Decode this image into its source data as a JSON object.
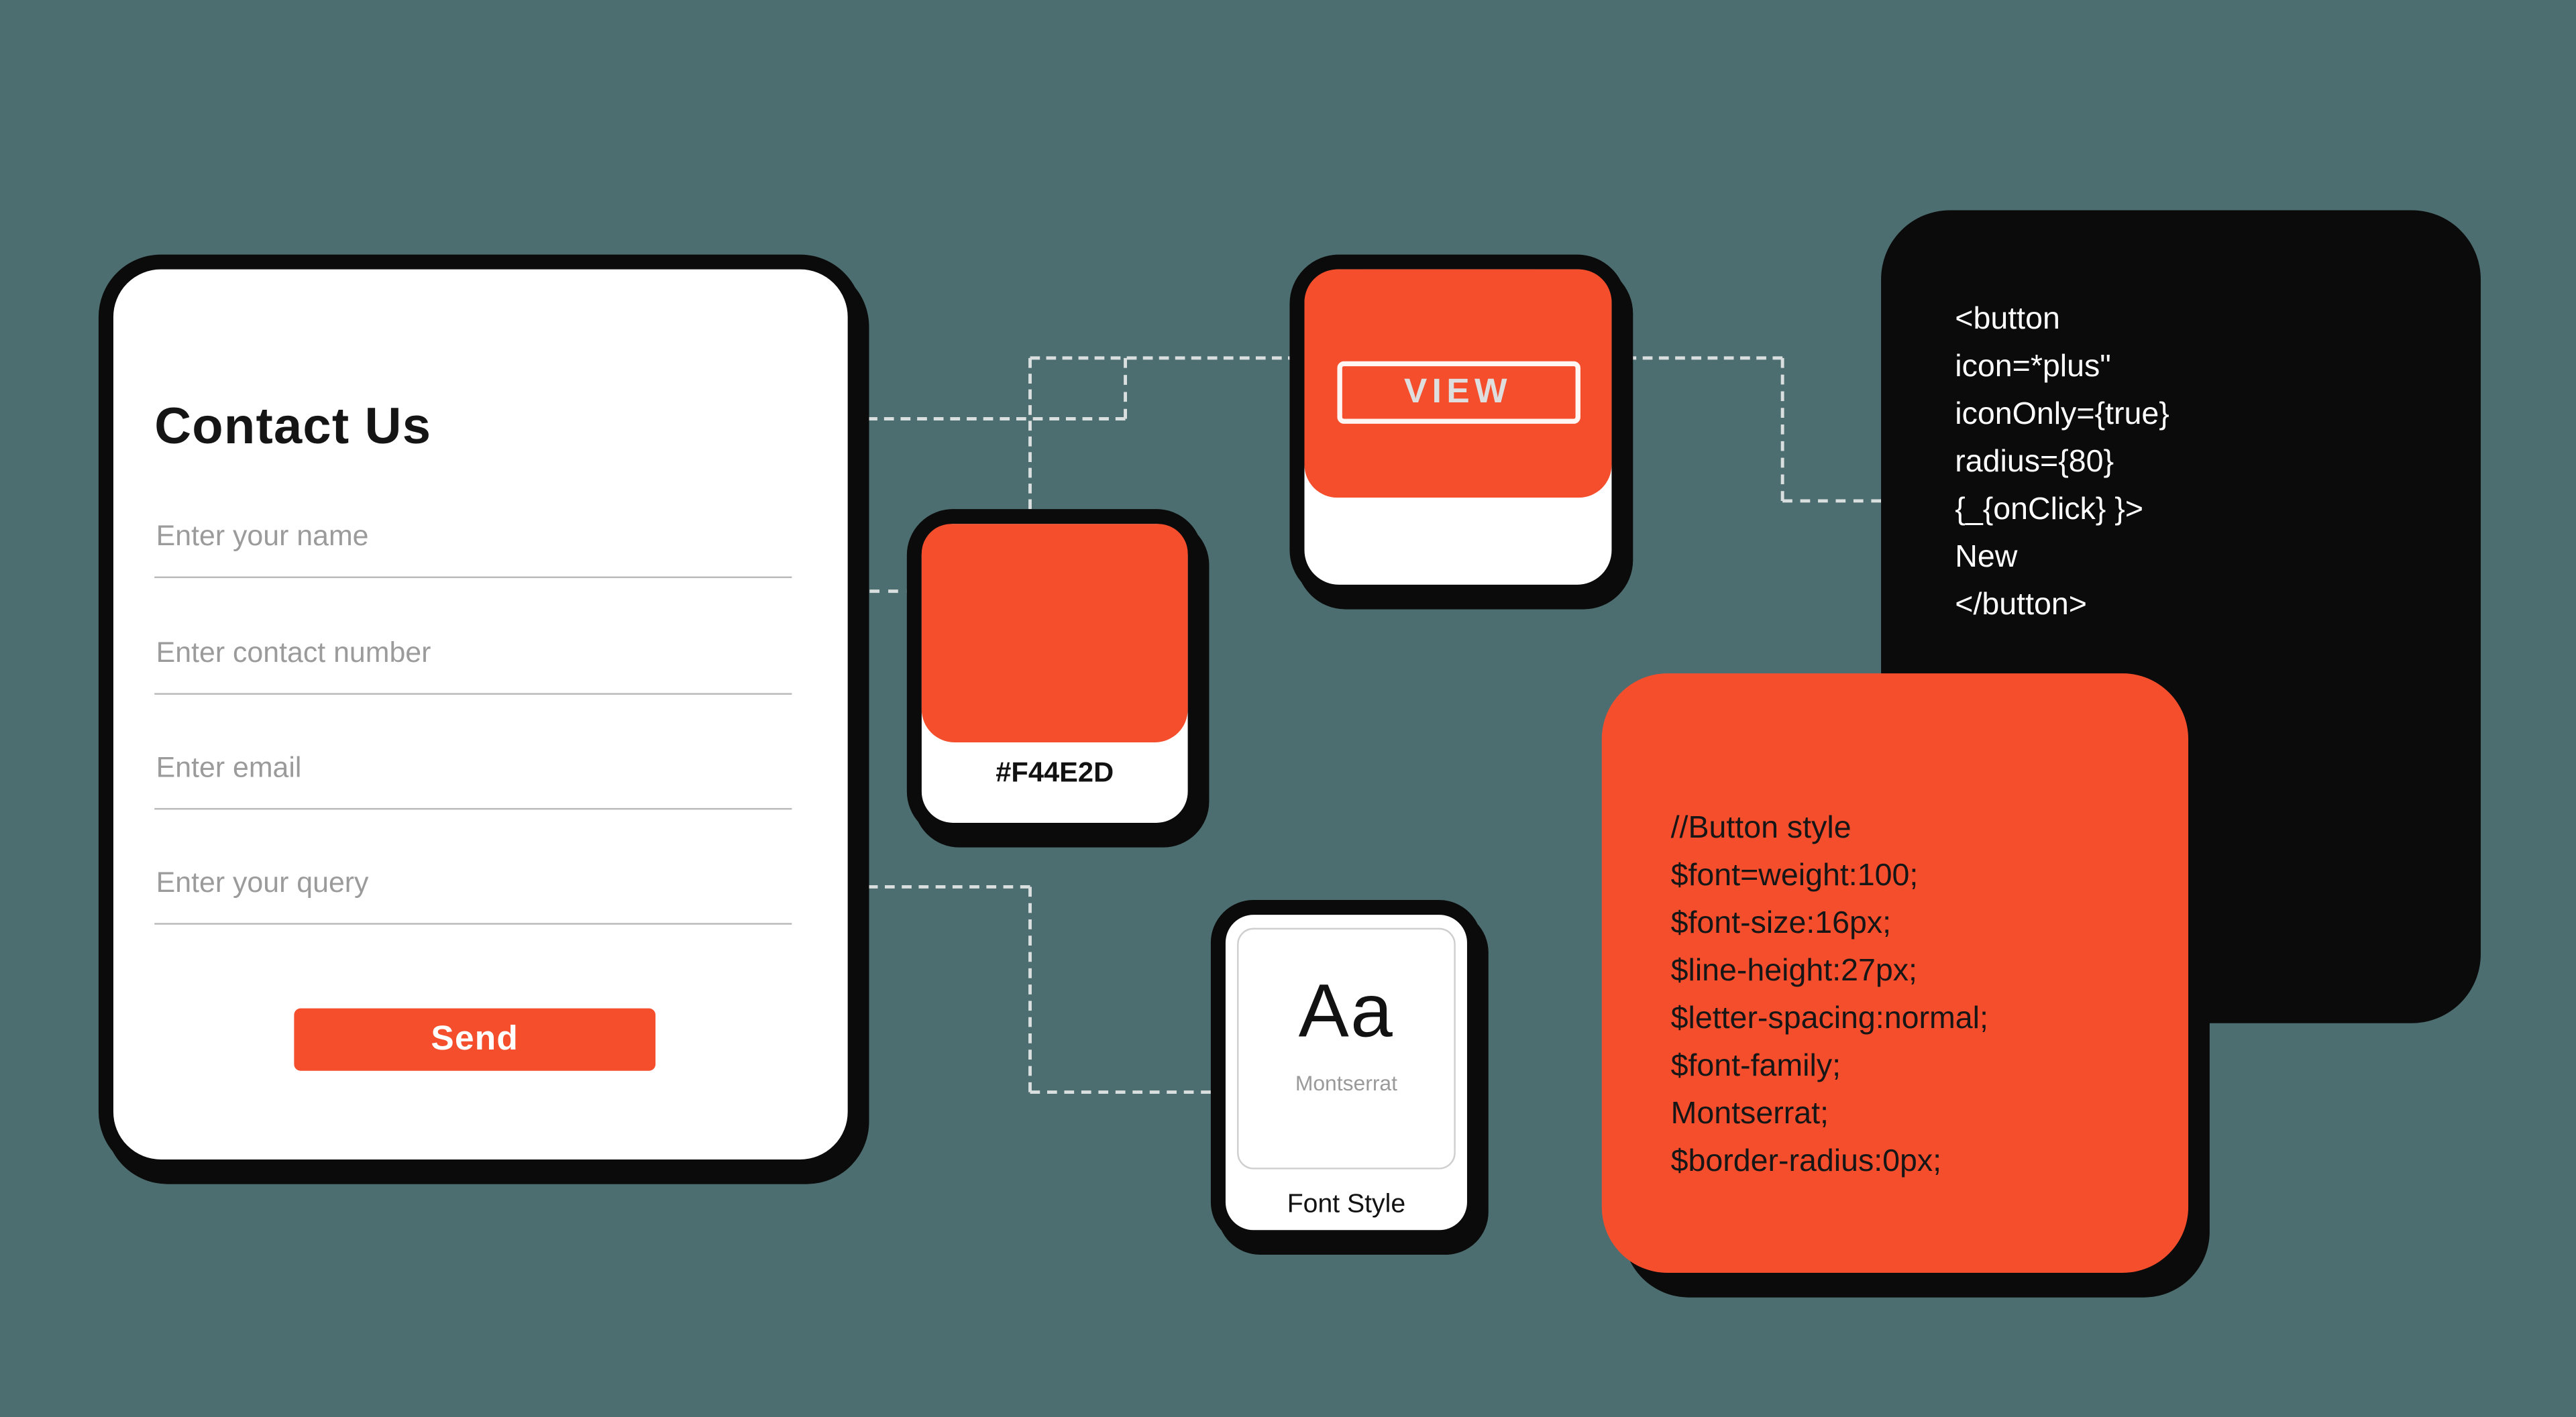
{
  "colors": {
    "background": "#4D6E70",
    "accent": "#F44E2D",
    "card_border": "#0B0B0B",
    "placeholder_text": "#9B9B9B",
    "connector": "#D9DEDE"
  },
  "contact_form": {
    "title": "Contact Us",
    "fields": [
      {
        "placeholder": "Enter your name"
      },
      {
        "placeholder": "Enter contact number"
      },
      {
        "placeholder": "Enter email"
      },
      {
        "placeholder": "Enter your query"
      }
    ],
    "send_label": "Send"
  },
  "view_card": {
    "button_label": "VIEW"
  },
  "swatch_card": {
    "hex_label": "#F44E2D"
  },
  "font_card": {
    "sample": "Aa",
    "font_name": "Montserrat",
    "caption": "Font Style"
  },
  "code_black_card": {
    "lines": [
      "<button",
      "icon=*plus\"",
      "iconOnly={true}",
      "radius={80}",
      "{_{onClick} }>",
      "New",
      "</button>"
    ]
  },
  "code_orange_card": {
    "lines": [
      "//Button style",
      "$font=weight:100;",
      "$font-size:16px;",
      "$line-height:27px;",
      "$letter-spacing:normal;",
      "$font-family;",
      "Montserrat;",
      "$border-radius:0px;"
    ]
  }
}
